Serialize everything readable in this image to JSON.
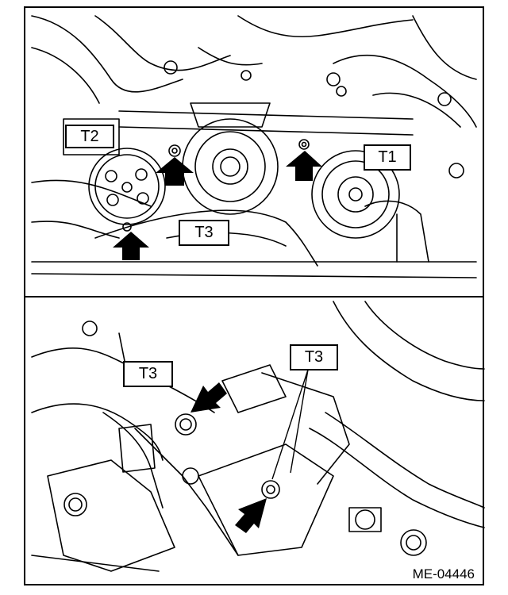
{
  "diagram": {
    "top_labels": {
      "t1": "T1",
      "t2": "T2",
      "t3": "T3"
    },
    "bottom_labels": {
      "t3_left": "T3",
      "t3_right": "T3"
    },
    "figure_code": "ME-04446"
  }
}
